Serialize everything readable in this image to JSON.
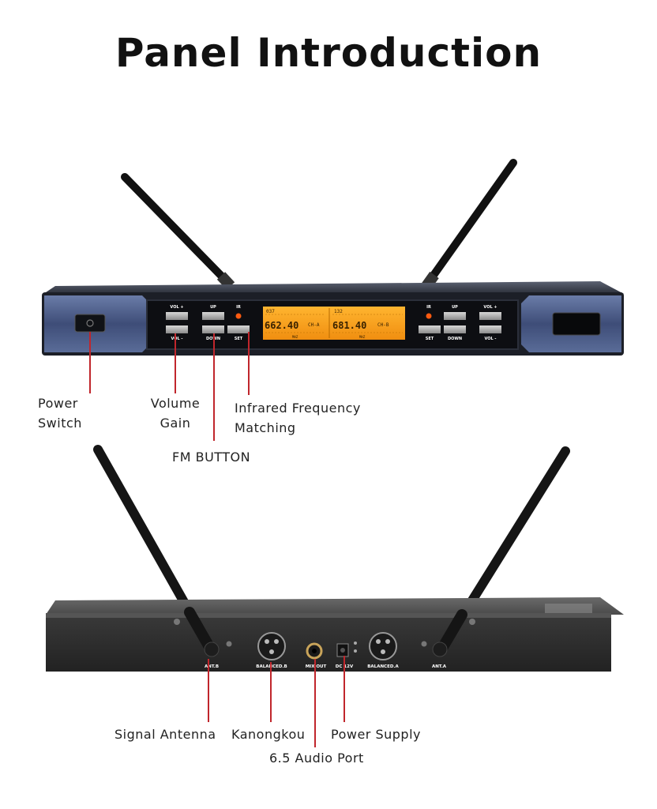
{
  "title": "Panel Introduction",
  "front_panel": {
    "callouts": {
      "power_switch": [
        "Power",
        "Switch"
      ],
      "volume_gain": [
        "Volume",
        "Gain"
      ],
      "infrared": [
        "Infrared Frequency",
        "Matching"
      ],
      "fm_button": "FM BUTTON"
    },
    "buttons": {
      "vol_plus": "VOL +",
      "vol_minus": "VOL -",
      "up": "UP",
      "down": "DOWN",
      "set": "SET",
      "ir": "IR"
    },
    "display": {
      "ch_a_label": "CH-A",
      "ch_b_label": "CH-B",
      "ch_a_freq": "662.40",
      "ch_b_freq": "681.40",
      "ch_a_num": "037",
      "ch_b_num": "132",
      "unit": "MHZ"
    }
  },
  "rear_panel": {
    "callouts": {
      "signal_antenna": "Signal Antenna",
      "kanongkou": "Kanongkou",
      "audio_port": "6.5 Audio Port",
      "power_supply": "Power Supply"
    },
    "ports": {
      "ant_b": "ANT.B",
      "balanced_b": "BALANCED.B",
      "mix_out": "MIX OUT",
      "dc": "DC 12V",
      "balanced_a": "BALANCED.A",
      "ant_a": "ANT.A"
    }
  },
  "colors": {
    "lead_line": "#c0262c",
    "lcd": "#f7a21c",
    "panel_blue": "#4a5a82"
  }
}
